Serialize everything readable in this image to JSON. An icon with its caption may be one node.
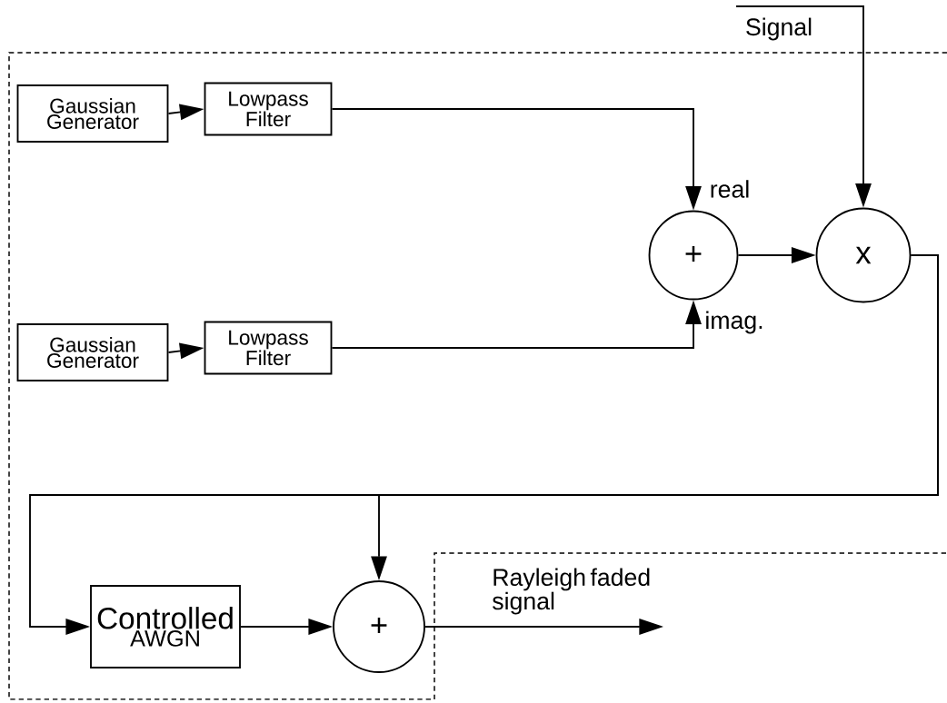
{
  "diagram": {
    "nodes": [
      {
        "text": [
          "Gaussian Generator"
        ]
      },
      {
        "text": [
          "Lowpass Filter"
        ]
      },
      {
        "text": [
          "Gaussian Generator"
        ]
      },
      {
        "text": [
          "Lowpass Filter"
        ]
      },
      {
        "text": [
          "+"
        ]
      },
      {
        "text": [
          "x"
        ]
      },
      {
        "text": [
          "Controlled",
          "AWGN"
        ]
      },
      {
        "text": [
          "+"
        ]
      }
    ],
    "edges": [
      {
        "from": 0,
        "to": 1,
        "arrow": "to"
      },
      {
        "from": 2,
        "to": 3,
        "arrow": "to"
      },
      {
        "from": 1,
        "to": 4,
        "arrow": "to",
        "label": "real"
      },
      {
        "from": 3,
        "to": 4,
        "arrow": "to",
        "label": "imag."
      },
      {
        "from": 4,
        "to": 5,
        "arrow": "to"
      },
      {
        "from": null,
        "to": 5,
        "arrow": "to",
        "label": "Signal"
      },
      {
        "from": 5,
        "to": 6,
        "arrow": "to"
      },
      {
        "from": 5,
        "to": 7,
        "arrow": "to"
      },
      {
        "from": 6,
        "to": 7,
        "arrow": "to"
      },
      {
        "from": 7,
        "to": null,
        "arrow": "to",
        "label": "Rayleigh faded signal"
      }
    ]
  }
}
